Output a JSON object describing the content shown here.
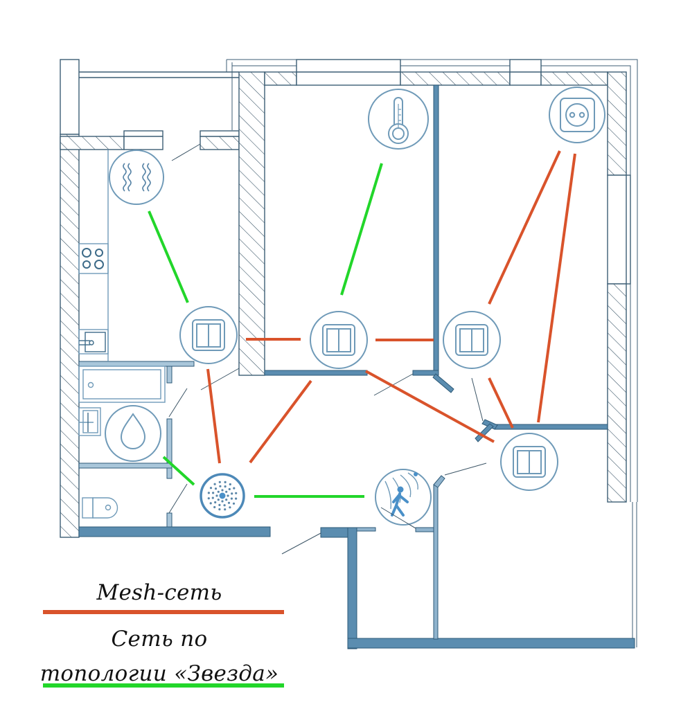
{
  "title": "Apartment floor plan: Mesh vs Star network topology",
  "colors": {
    "mesh": "#d9532b",
    "star": "#22d62a",
    "wall_fill": "#5b8db0",
    "wall_stroke": "#2e5a78",
    "icon_stroke": "#6f9ab8",
    "icon_fill": "#4a90c8",
    "line_thin": "#3c5566",
    "hatch": "#2f4b5e"
  },
  "legend": [
    {
      "label": "Mesh-сеть",
      "type": "mesh"
    },
    {
      "label": "Сеть по топологии «Звезда»",
      "label_lines": [
        "Сеть по",
        "топологии «Звезда»"
      ],
      "type": "star"
    }
  ],
  "devices": [
    {
      "id": "heater",
      "icon": "heating-icon",
      "room": "kitchen"
    },
    {
      "id": "thermometer",
      "icon": "thermometer-icon",
      "room": "living-room"
    },
    {
      "id": "socket",
      "icon": "power-socket-icon",
      "room": "bedroom"
    },
    {
      "id": "switch-kitchen",
      "icon": "light-switch-icon",
      "room": "kitchen"
    },
    {
      "id": "switch-living",
      "icon": "light-switch-icon",
      "room": "living-room"
    },
    {
      "id": "switch-bedroom",
      "icon": "light-switch-icon",
      "room": "bedroom"
    },
    {
      "id": "switch-hall",
      "icon": "light-switch-icon",
      "room": "hall"
    },
    {
      "id": "leak-sensor",
      "icon": "water-drop-icon",
      "room": "bathroom"
    },
    {
      "id": "hub",
      "icon": "hub-icon",
      "room": "hallway"
    },
    {
      "id": "motion-sensor",
      "icon": "motion-sensor-icon",
      "room": "hallway"
    }
  ],
  "links": [
    {
      "from": "heater",
      "to": "switch-kitchen",
      "type": "star"
    },
    {
      "from": "thermometer",
      "to": "switch-living",
      "type": "star"
    },
    {
      "from": "leak-sensor",
      "to": "hub",
      "type": "star"
    },
    {
      "from": "hub",
      "to": "motion-sensor",
      "type": "star"
    },
    {
      "from": "switch-kitchen",
      "to": "switch-living",
      "type": "mesh"
    },
    {
      "from": "switch-living",
      "to": "switch-bedroom",
      "type": "mesh"
    },
    {
      "from": "socket",
      "to": "switch-bedroom",
      "type": "mesh"
    },
    {
      "from": "socket",
      "to": "switch-hall",
      "type": "mesh"
    },
    {
      "from": "switch-bedroom",
      "to": "switch-hall",
      "type": "mesh"
    },
    {
      "from": "switch-living",
      "to": "switch-hall",
      "type": "mesh"
    },
    {
      "from": "switch-kitchen",
      "to": "hub",
      "type": "mesh"
    },
    {
      "from": "switch-living",
      "to": "hub",
      "type": "mesh"
    }
  ]
}
